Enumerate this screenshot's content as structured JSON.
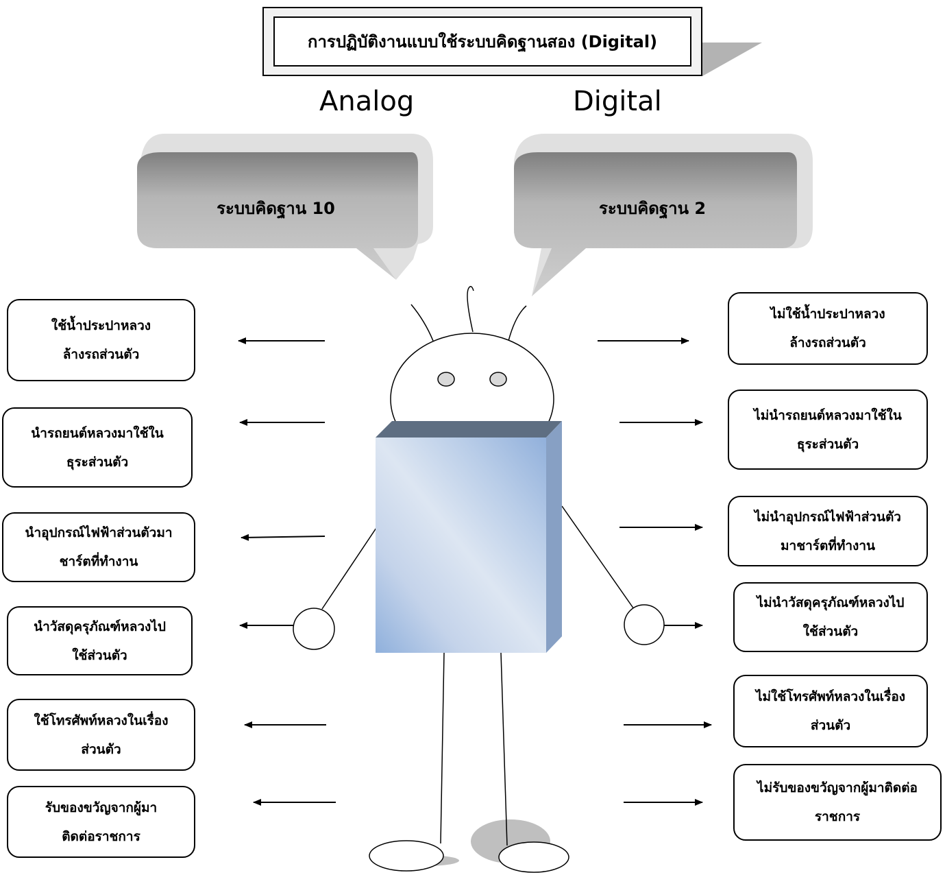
{
  "title": "การปฏิบัติงานแบบใช้ระบบคิดฐานสอง (Digital)",
  "headings": {
    "left": "Analog",
    "right": "Digital"
  },
  "bubbles": {
    "left": "ระบบคิดฐาน 10",
    "right": "ระบบคิดฐาน 2"
  },
  "left_items": [
    {
      "line1": "ใช้น้ำประปาหลวง",
      "line2": "ล้างรถส่วนตัว"
    },
    {
      "line1": "นำรถยนต์หลวงมาใช้ใน",
      "line2": "ธุระส่วนตัว"
    },
    {
      "line1": "นำอุปกรณ์ไฟฟ้าส่วนตัวมา",
      "line2": "ชาร์ตที่ทำงาน"
    },
    {
      "line1": "นำวัสดุครุภัณฑ์หลวงไป",
      "line2": "ใช้ส่วนตัว"
    },
    {
      "line1": "ใช้โทรศัพท์หลวงในเรื่อง",
      "line2": "ส่วนตัว"
    },
    {
      "line1": "รับของขวัญจากผู้มา",
      "line2": "ติดต่อราชการ"
    }
  ],
  "right_items": [
    {
      "line1": "ไม่ใช้น้ำประปาหลวง",
      "line2": "ล้างรถส่วนตัว"
    },
    {
      "line1": "ไม่นำรถยนต์หลวงมาใช้ใน",
      "line2": "ธุระส่วนตัว"
    },
    {
      "line1": "ไม่นำอุปกรณ์ไฟฟ้าส่วนตัว",
      "line2": "มาชาร์ตที่ทำงาน"
    },
    {
      "line1": "ไม่นำวัสดุครุภัณฑ์หลวงไป",
      "line2": "ใช้ส่วนตัว"
    },
    {
      "line1": "ไม่ใช้โทรศัพท์หลวงในเรื่อง",
      "line2": "ส่วนตัว"
    },
    {
      "line1": "ไม่รับของขวัญจากผู้มาติดต่อ",
      "line2": "ราชการ"
    }
  ]
}
